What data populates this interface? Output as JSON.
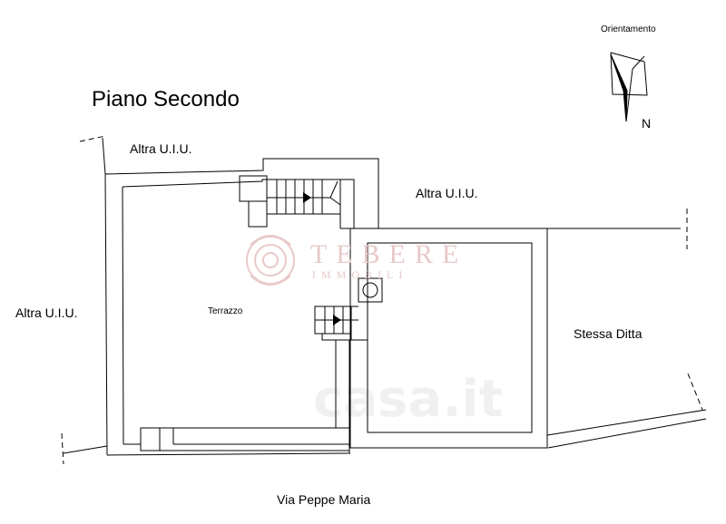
{
  "plan": {
    "title": "Piano Secondo",
    "orientation_label": "Orientamento",
    "north_label": "N",
    "neighbor_top_left": "Altra U.I.U.",
    "neighbor_top_right": "Altra U.I.U.",
    "neighbor_left": "Altra U.I.U.",
    "neighbor_right": "Stessa Ditta",
    "room_label": "Terrazzo",
    "street": "Via Peppe Maria"
  },
  "watermarks": {
    "brand_line1": "TEBERE",
    "brand_line2": "IMMOBILI",
    "site": "casa.it"
  },
  "colors": {
    "line": "#000000",
    "logo": "#e8c9c9",
    "watermark": "#d6d6d6"
  }
}
